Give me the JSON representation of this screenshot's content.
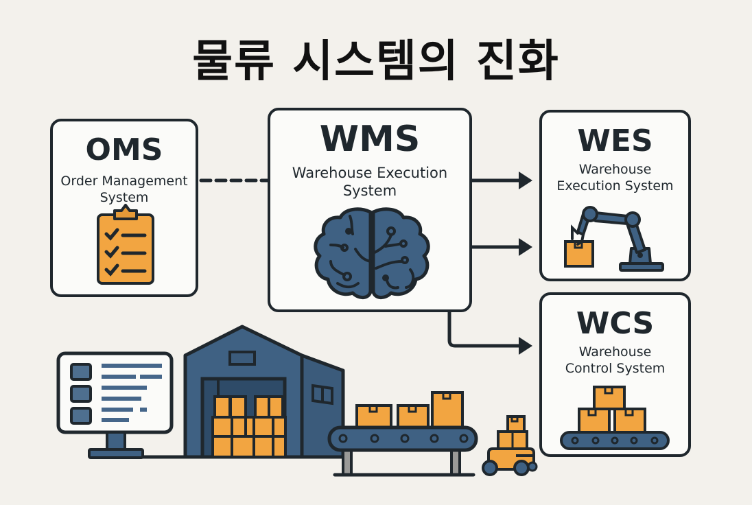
{
  "title": "물류 시스템의 진화",
  "colors": {
    "background": "#f3f1ec",
    "card": "#fbfbf9",
    "outline": "#1f272d",
    "blue": "#3f5f7f",
    "orange": "#f2a541"
  },
  "systems": {
    "oms": {
      "abbr": "OMS",
      "full_line1": "Order Management",
      "full_line2": "System",
      "icon": "clipboard-checklist-icon"
    },
    "wms": {
      "abbr": "WMS",
      "full_line1": "Warehouse Execution",
      "full_line2": "System",
      "icon": "brain-circuit-icon"
    },
    "wes": {
      "abbr": "WES",
      "full_line1": "Warehouse",
      "full_line2": "Execution System",
      "icon": "robot-arm-icon"
    },
    "wcs": {
      "abbr": "WCS",
      "full_line1": "Warehouse",
      "full_line2": "Control System",
      "icon": "conveyor-boxes-icon"
    }
  },
  "connections": [
    {
      "from": "OMS",
      "to": "WMS",
      "style": "dashed"
    },
    {
      "from": "WMS",
      "to": "WES",
      "style": "arrow"
    },
    {
      "from": "WMS",
      "to": "WES",
      "style": "arrow"
    },
    {
      "from": "WMS",
      "to": "WCS",
      "style": "arrow"
    }
  ],
  "scene": [
    "computer-monitor-icon",
    "warehouse-icon",
    "conveyor-belt-icon",
    "forklift-icon"
  ]
}
